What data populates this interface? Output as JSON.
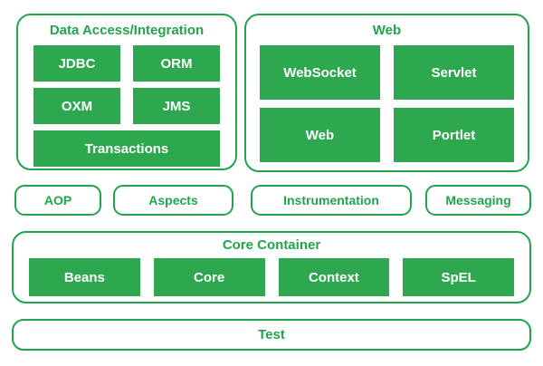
{
  "colors": {
    "green_fill": "#2ea84f",
    "green_line": "#22a44c",
    "block_text": "#ffffff",
    "background": "#ffffff"
  },
  "data_access": {
    "title": "Data Access/Integration",
    "blocks": [
      "JDBC",
      "ORM",
      "OXM",
      "JMS",
      "Transactions"
    ]
  },
  "web": {
    "title": "Web",
    "blocks": [
      "WebSocket",
      "Servlet",
      "Web",
      "Portlet"
    ]
  },
  "middleware": {
    "items": [
      "AOP",
      "Aspects",
      "Instrumentation",
      "Messaging"
    ]
  },
  "core_container": {
    "title": "Core Container",
    "blocks": [
      "Beans",
      "Core",
      "Context",
      "SpEL"
    ]
  },
  "test": {
    "label": "Test"
  }
}
